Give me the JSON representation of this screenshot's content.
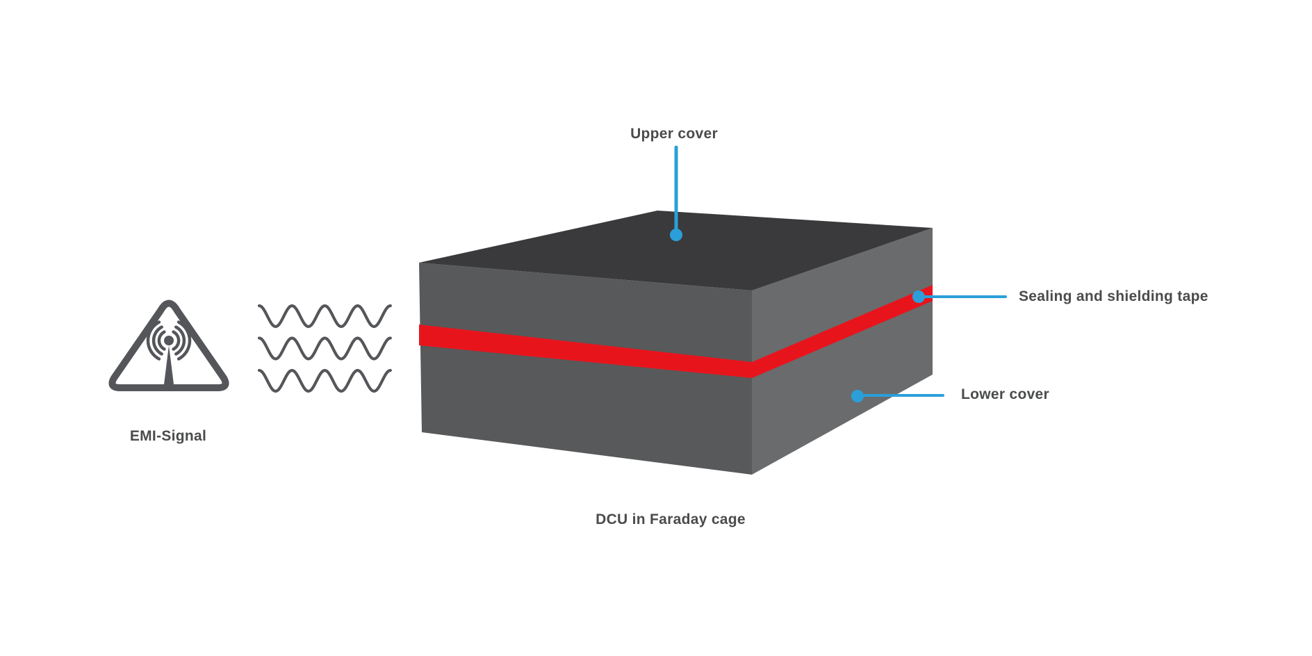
{
  "labels": {
    "upper_cover": "Upper cover",
    "sealing_tape": "Sealing and shielding tape",
    "lower_cover": "Lower cover",
    "caption": "DCU in Faraday cage",
    "emi_signal": "EMI-Signal"
  },
  "icons": {
    "warning": "emi-warning-triangle-icon",
    "waves": "em-waves-icon",
    "callout_dot": "callout-dot"
  },
  "colors": {
    "background": "#ffffff",
    "top_face": "#3a3a3c",
    "front_face": "#58595b",
    "right_face": "#6a6b6d",
    "tape_red": "#e8141c",
    "callout_blue": "#2b9fd9",
    "text": "#4a4b4c",
    "icon_gray": "#55565a"
  }
}
